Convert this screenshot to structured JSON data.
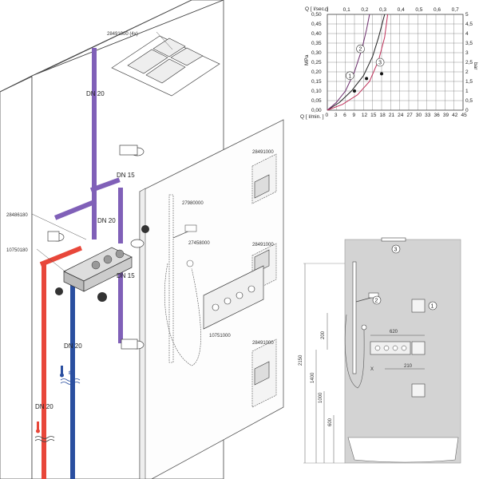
{
  "colors": {
    "hot": "#e8473a",
    "cold": "#2a4fa0",
    "drain": "#8060b8",
    "wall": "#ffffff",
    "panel": "#d3d3d3",
    "curve1": "#222222",
    "curve2": "#6a2a6a",
    "curve3": "#c0305a"
  },
  "icons": {
    "hot": "thermometer-hot-icon",
    "cold": "thermometer-snowflake-icon"
  },
  "isometric": {
    "labels": {
      "ceiling_shower": "28491000 (4x)",
      "drain_dn": "DN 20",
      "top_dn15": "DN 15",
      "inlet_left": "28486180",
      "mid_dn20": "DN 20",
      "thermostat_body": "10750180",
      "mid_dn15": "DN 15",
      "cold_dn20": "DN 20",
      "hot_dn20": "DN 20",
      "rail": "27980000",
      "hand_shower": "27458000",
      "body_jet_top": "28491000",
      "body_jet_mid": "28491000",
      "body_jet_bottom": "28491000",
      "trim": "10751000"
    }
  },
  "chart_data": {
    "type": "line",
    "x_label_top": "Q [ l/sec. ]",
    "x_label_bottom": "Q [ l/min. ]",
    "y_label_left": "MPa",
    "y_label_right": "bar",
    "x_top_ticks": [
      "0",
      "0,1",
      "0,2",
      "0,3",
      "0,4",
      "0,5",
      "0,6",
      "0,7"
    ],
    "x_bottom_ticks": [
      "0",
      "3",
      "6",
      "9",
      "12",
      "15",
      "18",
      "21",
      "24",
      "27",
      "30",
      "33",
      "36",
      "39",
      "42",
      "45"
    ],
    "y_left_ticks": [
      "0,00",
      "0,05",
      "0,10",
      "0,15",
      "0,20",
      "0,25",
      "0,30",
      "0,35",
      "0,40",
      "0,45",
      "0,50"
    ],
    "y_right_ticks": [
      "0",
      "0,5",
      "1",
      "1,5",
      "2",
      "2,5",
      "3",
      "3,5",
      "4",
      "4,5",
      "5"
    ],
    "xlim": [
      0,
      45
    ],
    "ylim": [
      0,
      0.5
    ],
    "grid": true,
    "series": [
      {
        "marker": "1",
        "x": [
          0,
          4,
          8,
          12,
          15,
          17,
          19
        ],
        "y": [
          0,
          0.04,
          0.1,
          0.18,
          0.28,
          0.38,
          0.5
        ]
      },
      {
        "marker": "2",
        "x": [
          0,
          3,
          6,
          9,
          11.5,
          13,
          14
        ],
        "y": [
          0,
          0.04,
          0.1,
          0.2,
          0.32,
          0.42,
          0.5
        ]
      },
      {
        "marker": "3",
        "x": [
          0,
          5,
          10,
          14,
          17,
          19,
          20
        ],
        "y": [
          0,
          0.03,
          0.08,
          0.15,
          0.26,
          0.38,
          0.5
        ]
      }
    ],
    "points": [
      {
        "x": 9,
        "y": 0.1
      },
      {
        "x": 13,
        "y": 0.165
      },
      {
        "x": 18,
        "y": 0.19
      }
    ]
  },
  "elevation": {
    "callouts": [
      "1",
      "2",
      "3"
    ],
    "dims": {
      "d620": "620",
      "d210": "210",
      "d200": "200",
      "d2150": "2150",
      "d1400": "1400",
      "d1000": "1000",
      "d600": "600",
      "x_mark": "X"
    }
  }
}
